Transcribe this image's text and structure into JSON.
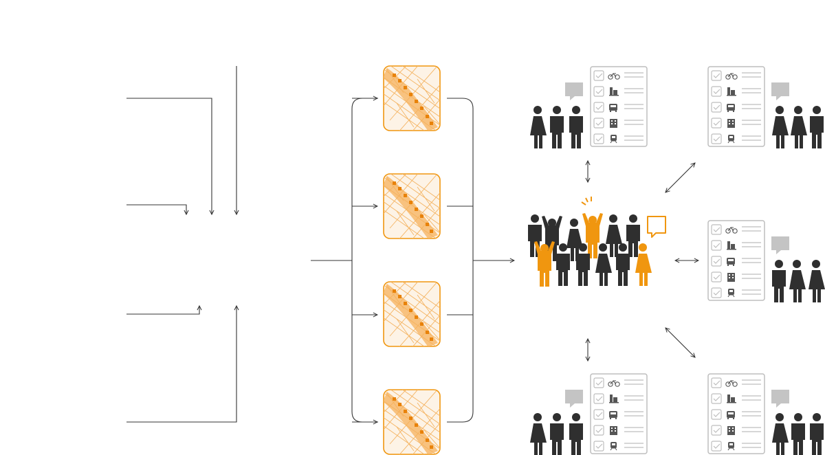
{
  "diagram": {
    "colors": {
      "line": "#333333",
      "accent": "#f0960f",
      "accent_light": "#f7c98a",
      "dark": "#2f2f2f",
      "panel_stroke": "#bdbdbd",
      "speech": "#c4c4c4"
    },
    "inputs": {
      "count": 4
    },
    "maps": {
      "count": 4
    },
    "survey_groups": [
      {
        "id": "top-left",
        "items": [
          "bicycle-icon",
          "building-icon",
          "bus-icon",
          "office-tower-icon",
          "train-icon"
        ]
      },
      {
        "id": "top-right",
        "items": [
          "bicycle-icon",
          "building-icon",
          "bus-icon",
          "office-tower-icon",
          "train-icon"
        ]
      },
      {
        "id": "middle-right",
        "items": [
          "bicycle-icon",
          "building-icon",
          "bus-icon",
          "office-tower-icon",
          "train-icon"
        ]
      },
      {
        "id": "bottom-left",
        "items": [
          "bicycle-icon",
          "building-icon",
          "bus-icon",
          "office-tower-icon",
          "train-icon"
        ]
      },
      {
        "id": "bottom-right",
        "items": [
          "bicycle-icon",
          "building-icon",
          "bus-icon",
          "office-tower-icon",
          "train-icon"
        ]
      }
    ],
    "central_crowd": {
      "icon": "crowd-icon",
      "highlighted_people": 3
    }
  }
}
